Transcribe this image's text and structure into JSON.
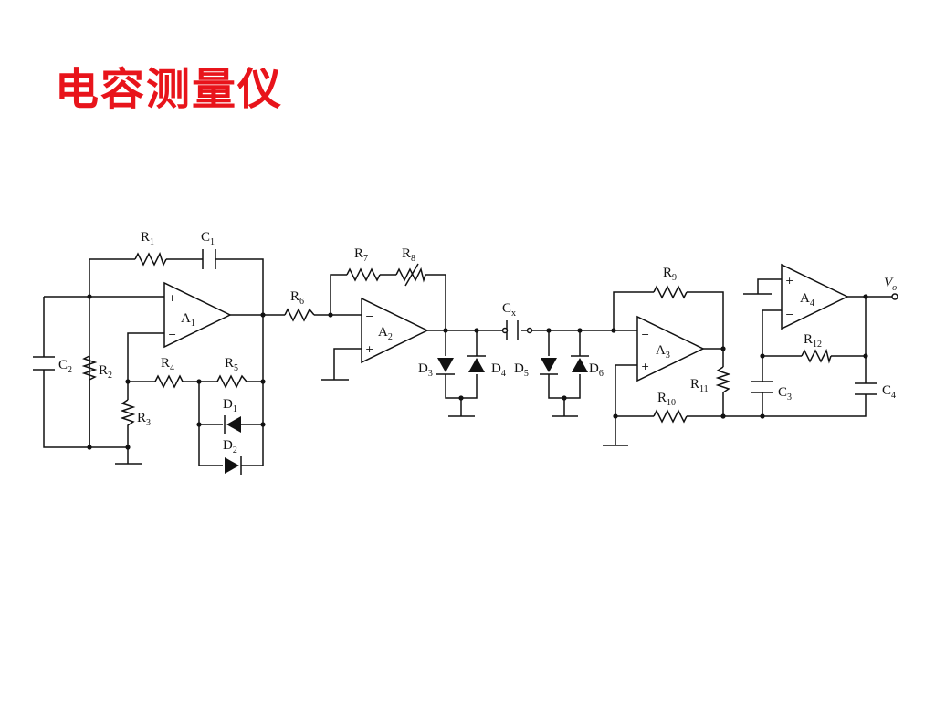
{
  "title": "电容测量仪",
  "labels": {
    "R1": {
      "main": "R",
      "sub": "1"
    },
    "C1": {
      "main": "C",
      "sub": "1"
    },
    "A1": {
      "main": "A",
      "sub": "1"
    },
    "C2": {
      "main": "C",
      "sub": "2"
    },
    "R2": {
      "main": "R",
      "sub": "2"
    },
    "R3": {
      "main": "R",
      "sub": "3"
    },
    "R4": {
      "main": "R",
      "sub": "4"
    },
    "R5": {
      "main": "R",
      "sub": "5"
    },
    "D1": {
      "main": "D",
      "sub": "1"
    },
    "D2": {
      "main": "D",
      "sub": "2"
    },
    "R6": {
      "main": "R",
      "sub": "6"
    },
    "R7": {
      "main": "R",
      "sub": "7"
    },
    "R8": {
      "main": "R",
      "sub": "8"
    },
    "A2": {
      "main": "A",
      "sub": "2"
    },
    "D3": {
      "main": "D",
      "sub": "3"
    },
    "D4": {
      "main": "D",
      "sub": "4"
    },
    "Cx": {
      "main": "C",
      "sub": "x"
    },
    "D5": {
      "main": "D",
      "sub": "5"
    },
    "D6": {
      "main": "D",
      "sub": "6"
    },
    "R9": {
      "main": "R",
      "sub": "9"
    },
    "A3": {
      "main": "A",
      "sub": "3"
    },
    "R10": {
      "main": "R",
      "sub": "10"
    },
    "R11": {
      "main": "R",
      "sub": "11"
    },
    "A4": {
      "main": "A",
      "sub": "4"
    },
    "R12": {
      "main": "R",
      "sub": "12"
    },
    "C3": {
      "main": "C",
      "sub": "3"
    },
    "C4": {
      "main": "C",
      "sub": "4"
    },
    "Vo": {
      "main": "V",
      "sub": "o"
    }
  },
  "signs": {
    "plus": "+",
    "minus": "−"
  }
}
